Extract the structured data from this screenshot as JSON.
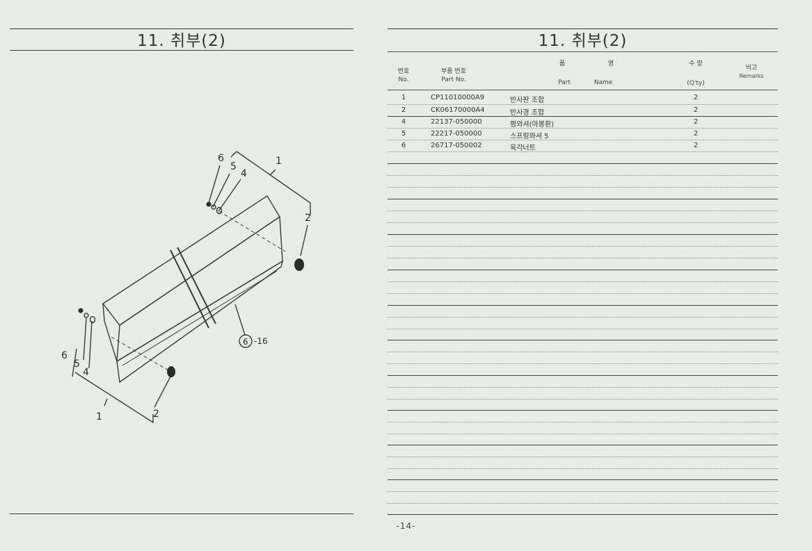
{
  "left_page": {
    "title": "11. 취부(2)",
    "callouts": {
      "c1a": "1",
      "c2a": "2",
      "c4a": "4",
      "c5a": "5",
      "c6a": "6",
      "c1b": "1",
      "c2b": "2",
      "c4b": "4",
      "c5b": "5",
      "c6b": "6",
      "circle_ref": "6",
      "circle_suffix": "-16"
    }
  },
  "right_page": {
    "title": "11. 취부(2)",
    "headers": {
      "no_kr": "번호",
      "no_en": "No.",
      "part_kr": "부품 번호",
      "part_en": "Part  No.",
      "name_kr_1": "품",
      "name_kr_2": "명",
      "name_en_1": "Part",
      "name_en_2": "Name",
      "qty_kr": "수 량",
      "qty_en": "(Q'ty)",
      "remarks_kr": "비고",
      "remarks_en": "Remarks"
    },
    "parts": [
      {
        "no": "1",
        "part_no": "CP11010000A9",
        "name": "반사판 조합",
        "qty": "2"
      },
      {
        "no": "2",
        "part_no": "CK06170000A4",
        "name": "반사경 조합",
        "qty": "2"
      },
      {
        "no": "4",
        "part_no": "22137-050000",
        "name": "평와셔(마봉환)",
        "qty": "2"
      },
      {
        "no": "5",
        "part_no": "22217-050000",
        "name": "스프링와셔 5",
        "qty": "2"
      },
      {
        "no": "6",
        "part_no": "26717-050002",
        "name": "육각너트",
        "qty": "2"
      }
    ]
  },
  "page_number": "-14-"
}
